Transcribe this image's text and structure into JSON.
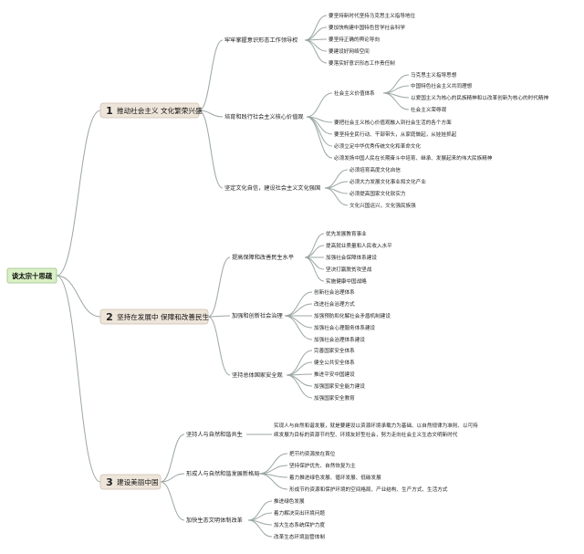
{
  "root": {
    "label": "谈太宗十思疏"
  },
  "colors": {
    "branch1": "#c9533b",
    "branch2": "#d9a94a",
    "branch3": "#4a8fb4",
    "hub_fill": "#eee5da",
    "root_fill": "#d9f0c5",
    "line": "#9aa7a2"
  },
  "branches": [
    {
      "number": "1",
      "label": "推动社会主义 文化繁荣兴盛",
      "children": [
        {
          "label": "牢牢掌握意识形态工作领导权",
          "children": [
            {
              "label": "要坚持新时代坚持马克思主义指导地位"
            },
            {
              "label": "要加快构建中国特色哲学社会科学"
            },
            {
              "label": "要坚持正确的舆论导向"
            },
            {
              "label": "要建设好网络空间"
            },
            {
              "label": "要落实好意识形态工作责任制"
            }
          ]
        },
        {
          "label": "培育和践行社会主义核心价值观",
          "children": [
            {
              "label": "社会主义价值体系",
              "children": [
                {
                  "label": "马克思主义指导思想"
                },
                {
                  "label": "中国特色社会主义共同理想"
                },
                {
                  "label": "以爱国主义为核心的民族精神和以改革创新为核心的时代精神"
                },
                {
                  "label": "社会主义荣辱观"
                }
              ]
            },
            {
              "label": "要把社会主义核心价值观融入到社会生活的各个方面"
            },
            {
              "label": "要坚持全民行动、干部带头，从家庭做起，从娃娃抓起"
            },
            {
              "label": "必须立足中华优秀传统文化和革命文化"
            },
            {
              "label": "必须发扬中国人民在长期奋斗中培育、继承、发展起来的伟大民族精神"
            }
          ]
        },
        {
          "label": "坚定文化自信，建设社会主义文化强国",
          "children": [
            {
              "label": "必须培育高度文化自信"
            },
            {
              "label": "必须大力发展文化事业和文化产业"
            },
            {
              "label": "必须提高国家文化软实力"
            },
            {
              "label": "文化兴国运兴，文化强民族强"
            }
          ]
        }
      ]
    },
    {
      "number": "2",
      "label": "坚持在发展中 保障和改善民生",
      "children": [
        {
          "label": "提高保障和改善民生水平",
          "children": [
            {
              "label": "优先发展教育事业"
            },
            {
              "label": "提高就业质量和人民收入水平"
            },
            {
              "label": "加强社会保障体系建设"
            },
            {
              "label": "坚决打赢脱贫攻坚战"
            },
            {
              "label": "实施健康中国战略"
            }
          ]
        },
        {
          "label": "加强和创新社会治理",
          "children": [
            {
              "label": "创新社会治理体系"
            },
            {
              "label": "改进社会治理方式"
            },
            {
              "label": "加强预防和化解社会矛盾机制建设"
            },
            {
              "label": "加强社会心理服务体系建设"
            },
            {
              "label": "加强社会治理体系建设"
            }
          ]
        },
        {
          "label": "坚持总体国家安全观",
          "children": [
            {
              "label": "完善国家安全体系"
            },
            {
              "label": "健全公共安全体系"
            },
            {
              "label": "推进平安中国建设"
            },
            {
              "label": "加强国家安全能力建设"
            },
            {
              "label": "加强国家安全教育"
            }
          ]
        }
      ]
    },
    {
      "number": "3",
      "label": "建设美丽中国",
      "children": [
        {
          "label": "坚持人与自然和谐共生",
          "children": [
            {
              "label": "实现人与自然和谐发展，就是要建设以资源环境承载力为基础、以自然规律为准则、以可持续发展为目标的资源节约型、环境友好型社会，努力走向社会主义生态文明新时代"
            }
          ]
        },
        {
          "label": "形成人与自然和谐发展新格局",
          "children": [
            {
              "label": "把节约资源放在首位"
            },
            {
              "label": "坚持保护优先、自然恢复为主"
            },
            {
              "label": "着力推进绿色发展、循环发展、低碳发展"
            },
            {
              "label": "形成节约资源和保护环境的空间格局、产业结构、生产方式、生活方式"
            }
          ]
        },
        {
          "label": "加快生态文明体制改革",
          "children": [
            {
              "label": "推进绿色发展"
            },
            {
              "label": "着力解决突出环境问题"
            },
            {
              "label": "加大生态系统保护力度"
            },
            {
              "label": "改革生态环境监管体制"
            }
          ]
        }
      ]
    }
  ]
}
